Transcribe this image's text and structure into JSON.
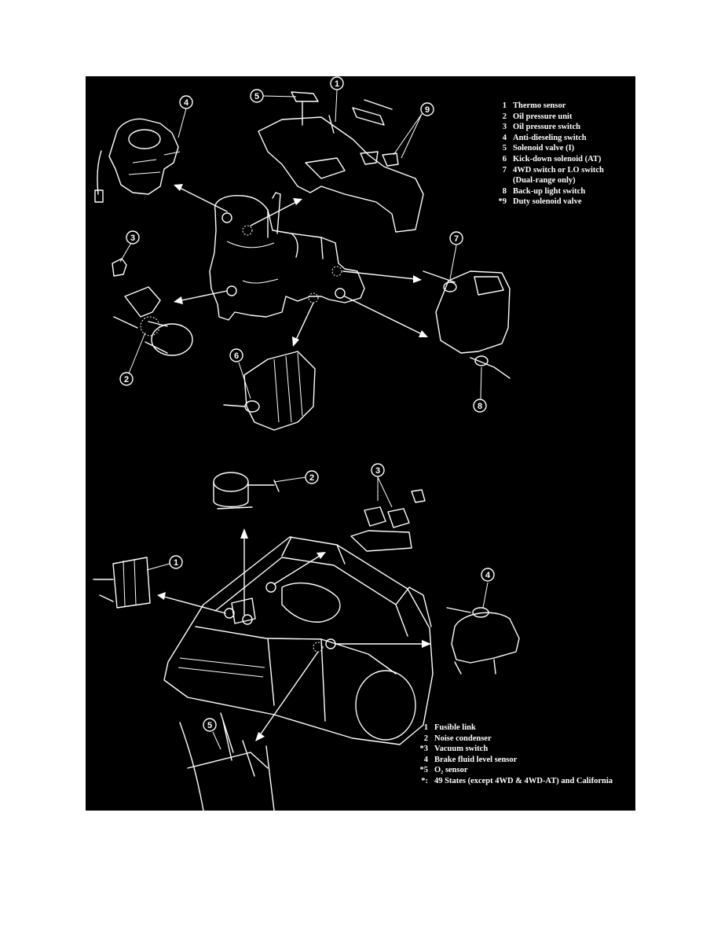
{
  "legend_top": [
    {
      "num": "1",
      "label": "Thermo sensor"
    },
    {
      "num": "2",
      "label": "Oil pressure unit"
    },
    {
      "num": "3",
      "label": "Oil pressure switch"
    },
    {
      "num": "4",
      "label": "Anti-dieseling switch"
    },
    {
      "num": "5",
      "label": "Solenoid valve (I)"
    },
    {
      "num": "6",
      "label": "Kick-down solenoid (AT)"
    },
    {
      "num": "7",
      "label": "4WD switch or LO switch"
    },
    {
      "num": "",
      "label": "(Dual-range only)"
    },
    {
      "num": "8",
      "label": "Back-up light switch"
    },
    {
      "num": "*9",
      "label": "Duty solenoid valve"
    }
  ],
  "legend_bottom": [
    {
      "num": "1",
      "label": "Fusible link"
    },
    {
      "num": "2",
      "label": "Noise condenser"
    },
    {
      "num": "*3",
      "label": "Vacuum switch"
    },
    {
      "num": "4",
      "label": "Brake fluid level sensor"
    },
    {
      "num": "*5",
      "label": "O₂ sensor"
    },
    {
      "num": "*:",
      "label": "49 States (except 4WD & 4WD-AT) and California"
    }
  ],
  "callouts_top": [
    "1",
    "4",
    "5",
    "9",
    "3",
    "7",
    "2",
    "6",
    "8"
  ],
  "callouts_bottom": [
    "2",
    "3",
    "1",
    "4",
    "5"
  ],
  "colors": {
    "background": "#000000",
    "line": "#ffffff",
    "page": "#ffffff"
  }
}
